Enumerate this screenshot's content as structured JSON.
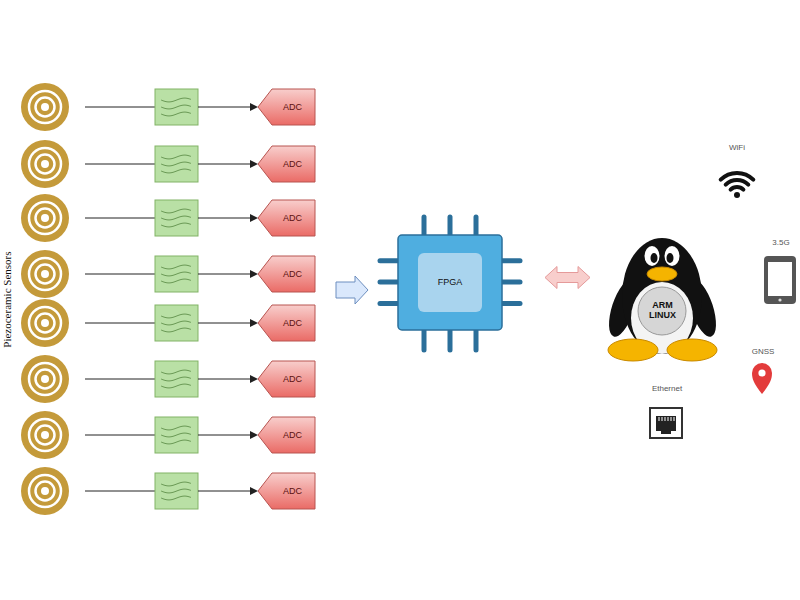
{
  "diagram": {
    "nodes": [
      {
        "text": [
          "ADC"
        ]
      },
      {
        "text": [
          "ADC"
        ]
      },
      {
        "text": [
          "ADC"
        ]
      },
      {
        "text": [
          "ADC"
        ]
      },
      {
        "text": [
          "ADC"
        ]
      },
      {
        "text": [
          "ADC"
        ]
      },
      {
        "text": [
          "ADC"
        ]
      },
      {
        "text": [
          "ADC"
        ]
      },
      {
        "text": [
          "FPGA"
        ]
      },
      {
        "text": [
          "ARM LINUX"
        ]
      }
    ],
    "edges": [
      {
        "from": 8,
        "to": 9,
        "arrow": "both"
      }
    ],
    "labels": [
      "Piezoceramic Sensors",
      "WiFi",
      "3.5G",
      "GNSS",
      "Ethernet"
    ]
  }
}
